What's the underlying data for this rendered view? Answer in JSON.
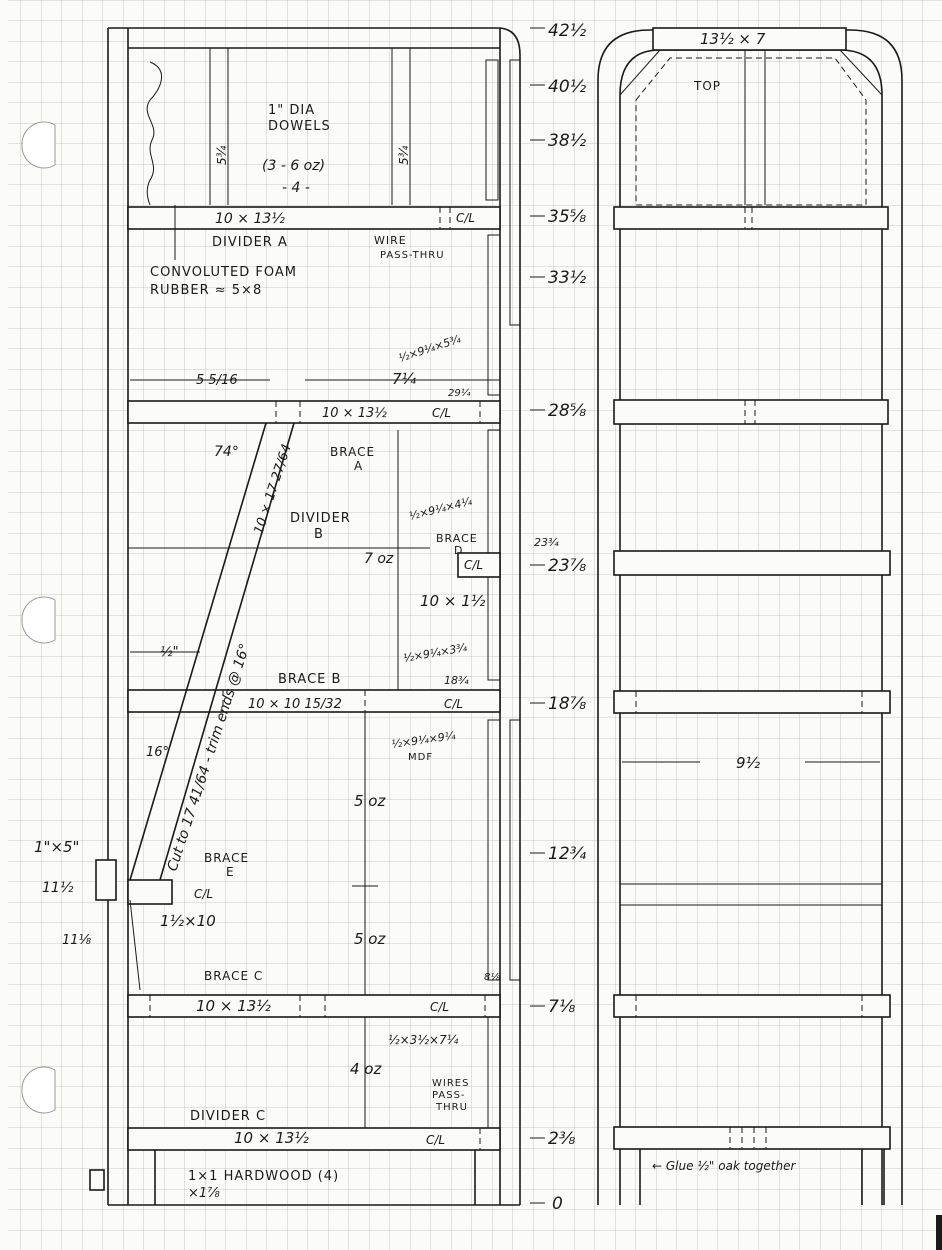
{
  "heights": {
    "h42_5": "42½",
    "h40_5": "40½",
    "h38_5": "38½",
    "h35_58": "35⅝",
    "h33_5": "33½",
    "h28_58": "28⅝",
    "h23_78": "23⅞",
    "h18_78": "18⅞",
    "h12_34": "12¾",
    "h7_18": "7⅛",
    "h2_38": "2⅜",
    "h0": "0"
  },
  "labels": {
    "dowels": "1\" DIA",
    "dowels2": "DOWELS",
    "dowel_dim_left": "5¾",
    "dowel_dim_right": "5¾",
    "dowel_qty": "(3 - 6 oz)",
    "dowel_count": "- 4 -",
    "top_board": "10 × 13½",
    "divider_a": "DIVIDER A",
    "wire_pass": "WIRE",
    "wire_pass2": "PASS-THRU",
    "foam1": "CONVOLUTED FOAM",
    "foam2": "RUBBER ≈ 5×8",
    "panel_top": "½×9¼×5¾",
    "dim_516": "5 5/16",
    "dim_714": "7¼",
    "dim_2914": "29¼",
    "board_2858": "10 × 13½",
    "angle_74": "74°",
    "brace_a": "BRACE",
    "brace_a2": "A",
    "diag_board": "10 × 17 27/64",
    "divider_b": "DIVIDER",
    "divider_b2": "B",
    "panel_mid": "½×9¼×4¼",
    "brace_d": "BRACE",
    "brace_d2": "D",
    "dim_2334": "23¾",
    "weight_7": "7 oz",
    "board_d": "10 × 1½",
    "cut_note": "Cut to 17 41/64 - trim ends @ 16°",
    "dim_half": "½\"",
    "panel_low": "½×9¼×3¾",
    "dim_1834": "18¾",
    "brace_b": "BRACE B",
    "board_b": "10 × 10 15/32",
    "panel_mdf": "½×9¼×9¼",
    "mdf": "MDF",
    "angle_16": "16°",
    "weight_5a": "5 oz",
    "weight_5b": "5 oz",
    "block_1x5": "1\"×5\"",
    "dim_1112": "11½",
    "dim_1118": "11⅛",
    "brace_e": "BRACE",
    "brace_e2": "E",
    "board_e": "1½×10",
    "dim_818": "8⅛",
    "brace_c": "BRACE C",
    "board_c": "10 × 13½",
    "panel_bot": "½×3½×7¼",
    "weight_4": "4 oz",
    "wires": "WIRES",
    "wires2": "PASS-",
    "wires3": "THRU",
    "divider_c": "DIVIDER C",
    "board_bottom": "10 × 13½",
    "legs": "1×1 HARDWOOD (4)",
    "legs2": "×1⅞",
    "cl": "C/L",
    "side_top": "13½ × 7",
    "side_top_label": "TOP",
    "side_width": "9½",
    "glue_note": "← Glue ½\" oak together"
  }
}
